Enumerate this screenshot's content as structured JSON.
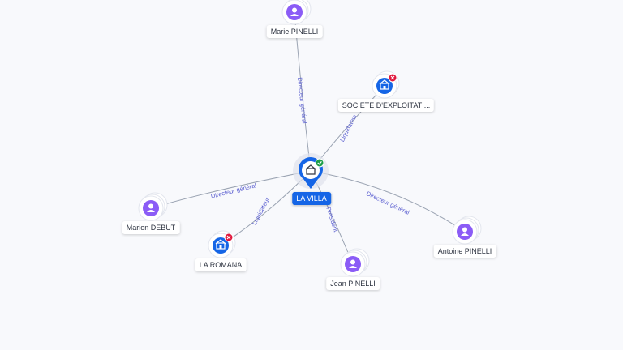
{
  "colors": {
    "edge": "#9aa3b2",
    "edge_label": "#5b5fd0",
    "person": "#8b5cf6",
    "company": "#1565e6",
    "closed_badge": "#e0173c",
    "active_badge": "#1e9e49"
  },
  "center": {
    "label": "LA VILLA",
    "icon": "company-building-icon",
    "status": "active-check-icon"
  },
  "nodes": [
    {
      "id": "marie",
      "label": "Marie PINELLI",
      "type": "person",
      "icon": "person-icon"
    },
    {
      "id": "societe",
      "label": "SOCIETE D'EXPLOITATI...",
      "type": "company",
      "icon": "company-building-icon",
      "status": "closed-x-icon"
    },
    {
      "id": "marion",
      "label": "Marion DEBUT",
      "type": "person",
      "icon": "person-icon"
    },
    {
      "id": "romana",
      "label": "LA ROMANA",
      "type": "company",
      "icon": "company-building-icon",
      "status": "closed-x-icon"
    },
    {
      "id": "jean",
      "label": "Jean PINELLI",
      "type": "person",
      "icon": "person-icon"
    },
    {
      "id": "antoine",
      "label": "Antoine PINELLI",
      "type": "person",
      "icon": "person-icon"
    }
  ],
  "edges": [
    {
      "to": "marie",
      "label": "Directeur général"
    },
    {
      "to": "societe",
      "label": "Liquidateur"
    },
    {
      "to": "marion",
      "label": "Directeur général"
    },
    {
      "to": "romana",
      "label": "Liquidateur"
    },
    {
      "to": "jean",
      "label": "Président"
    },
    {
      "to": "antoine",
      "label": "Directeur général"
    }
  ]
}
